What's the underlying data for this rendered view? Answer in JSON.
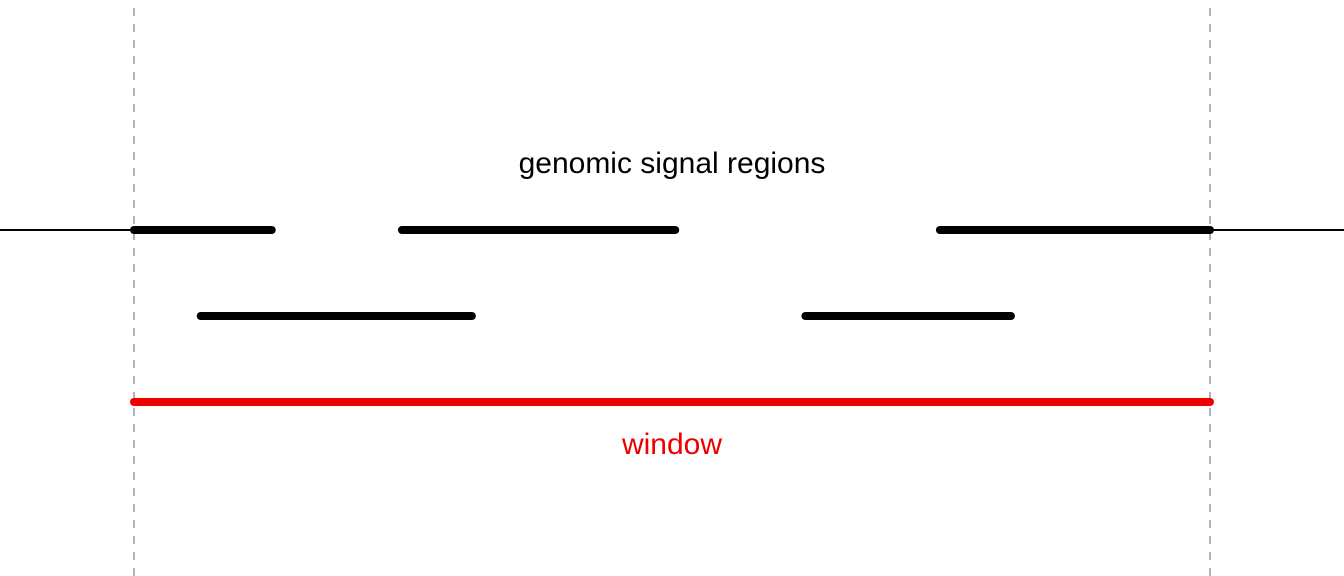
{
  "diagram": {
    "title": "genomic signal regions",
    "window_label": "window",
    "colors": {
      "regions": "#000000",
      "window": "#ee0000",
      "guides": "#b3b3b3",
      "background": "#ffffff"
    },
    "regions_row1": [
      {
        "start": 0,
        "end": 0.128
      },
      {
        "start": 0.249,
        "end": 0.503
      },
      {
        "start": 0.749,
        "end": 1.0
      }
    ],
    "regions_row2": [
      {
        "start": 0.062,
        "end": 0.314
      },
      {
        "start": 0.624,
        "end": 0.815
      }
    ],
    "window_range": {
      "start": 0,
      "end": 1.0
    }
  }
}
